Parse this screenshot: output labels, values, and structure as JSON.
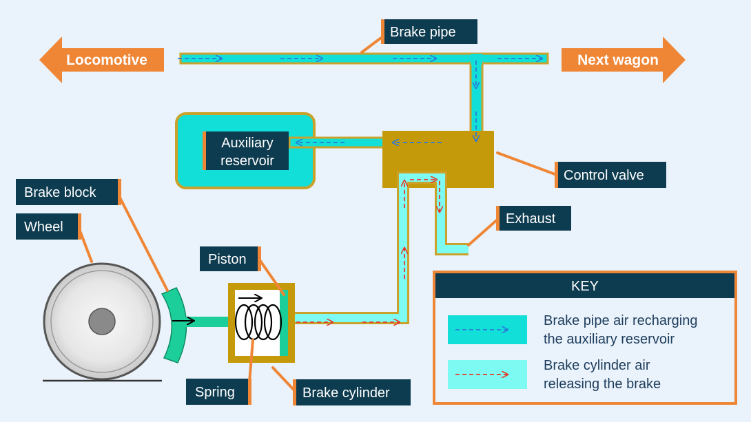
{
  "colors": {
    "background": "#eaf3fb",
    "label_bg": "#0d3b4f",
    "accent_orange": "#ef8636",
    "pipe_air": "#12dfd8",
    "release_air": "#7dfbf2",
    "pipe_wall": "#c9a22c",
    "valve_body": "#c59a0a",
    "piston_green": "#1ccf9a"
  },
  "direction_arrows": {
    "left": "Locomotive",
    "right": "Next wagon"
  },
  "labels": {
    "brake_pipe": "Brake pipe",
    "auxiliary_reservoir_line1": "Auxiliary",
    "auxiliary_reservoir_line2": "reservoir",
    "control_valve": "Control valve",
    "exhaust": "Exhaust",
    "brake_block": "Brake block",
    "wheel": "Wheel",
    "piston": "Piston",
    "spring": "Spring",
    "brake_cylinder": "Brake cylinder"
  },
  "key": {
    "title": "KEY",
    "items": [
      {
        "line1": "Brake pipe air recharging",
        "line2": "the auxiliary reservoir",
        "swatch": "#12dfd8",
        "arrow_color": "#2a7bd8"
      },
      {
        "line1": "Brake cylinder air",
        "line2": "releasing the brake",
        "swatch": "#7dfbf2",
        "arrow_color": "#e23a2a"
      }
    ]
  }
}
